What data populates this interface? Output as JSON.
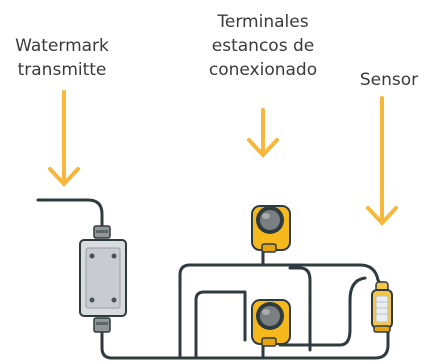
{
  "labels": {
    "watermark": [
      "Watermark",
      "transmitte"
    ],
    "terminales": [
      "Terminales",
      "estancos de",
      "conexionado"
    ],
    "sensor": "Sensor"
  },
  "colors": {
    "arrow": "#f6b73c",
    "cable": "#2f3b3e",
    "terminal_body": "#f5b91e",
    "terminal_cap": "#7a7f82",
    "box_fill": "#d9dcdf",
    "sensor_body": "#f5c645",
    "sensor_core": "#e8eef2"
  },
  "icons": {
    "transmitter": "watermark-transmitter-box-icon",
    "terminal": "waterproof-terminal-connector-icon",
    "sensor": "soil-moisture-sensor-icon",
    "arrow": "down-arrow-icon"
  }
}
